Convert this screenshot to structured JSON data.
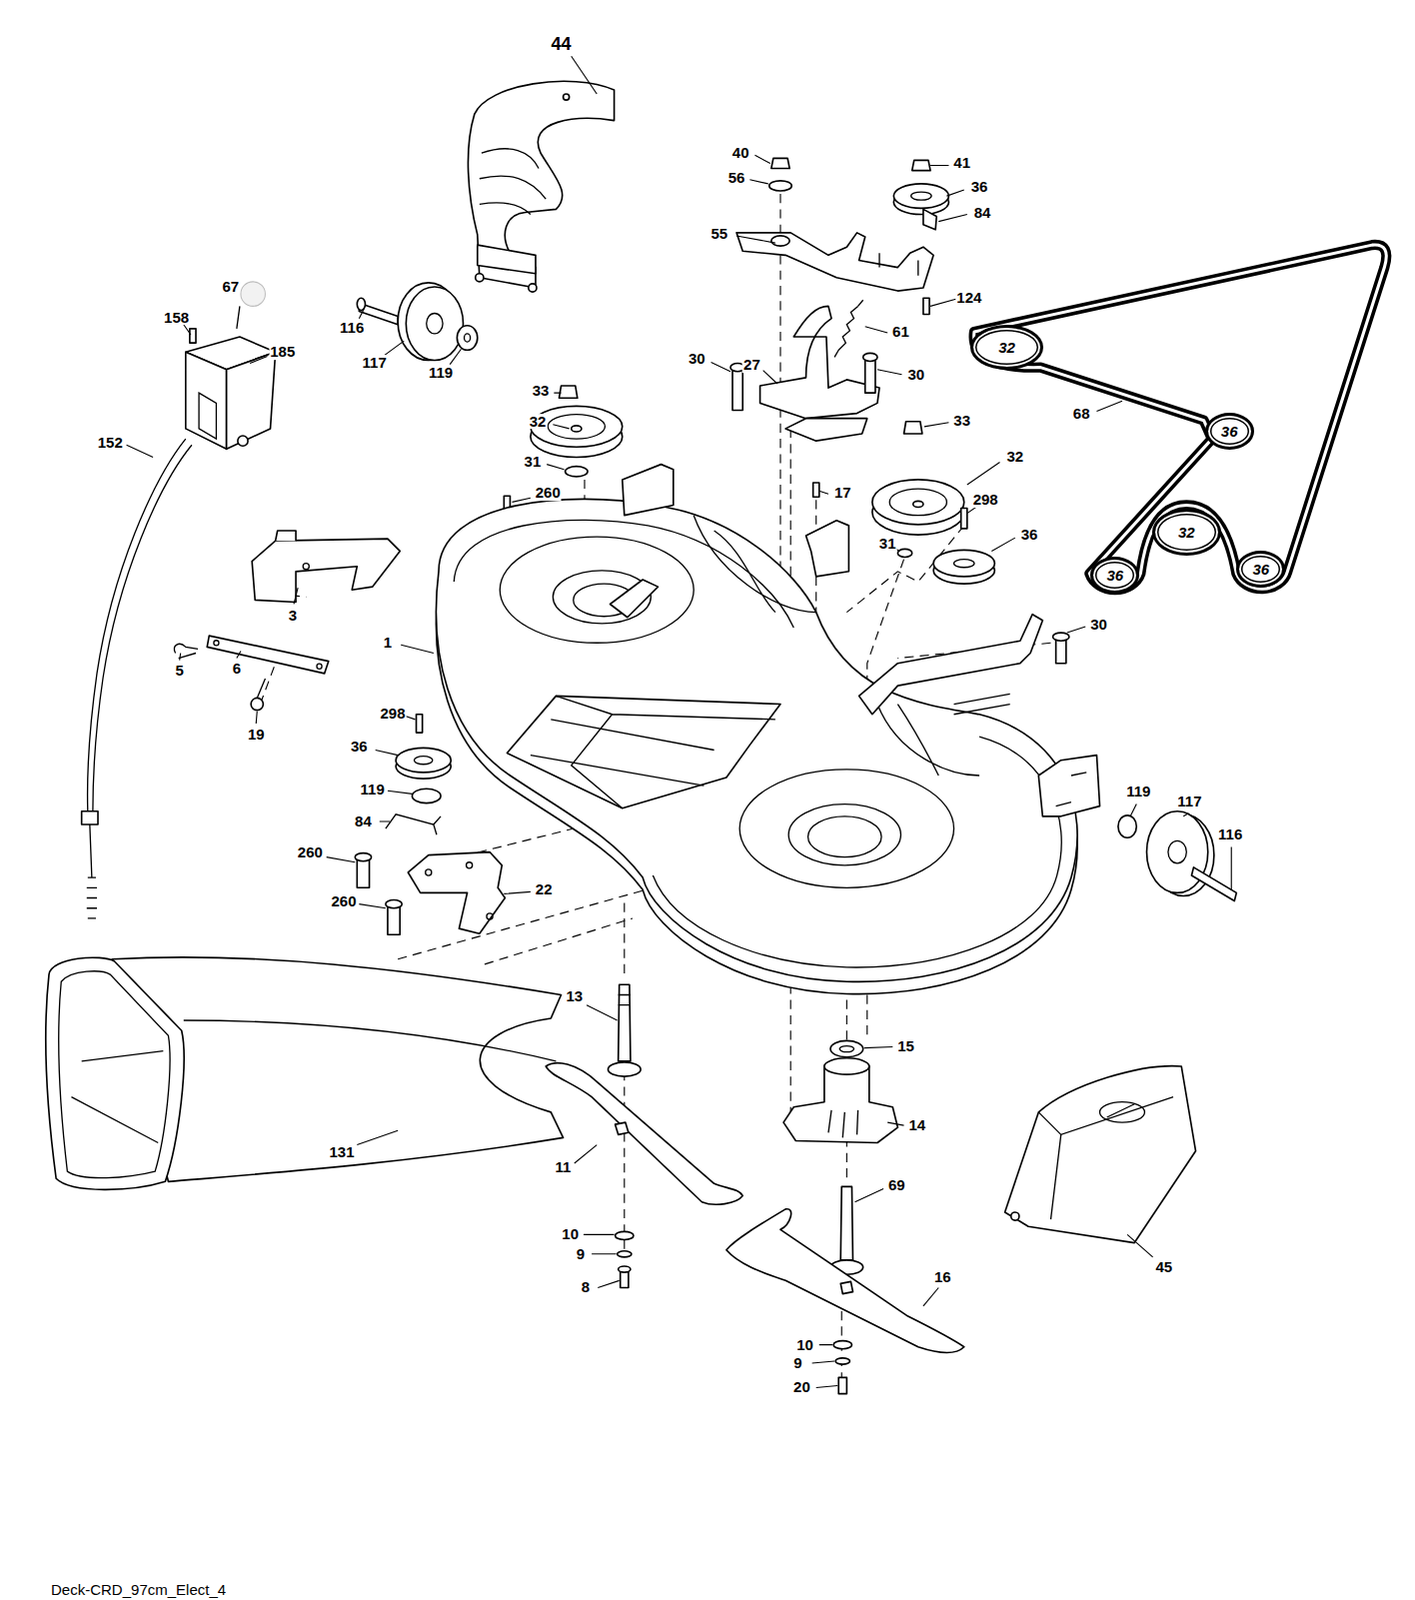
{
  "diagram": {
    "caption": "Deck-CRD_97cm_Elect_4",
    "nodes": [
      {
        "text": [
          "32"
        ]
      },
      {
        "text": [
          "36"
        ]
      },
      {
        "text": [
          "32"
        ]
      },
      {
        "text": [
          "36"
        ]
      },
      {
        "text": [
          "36"
        ]
      }
    ],
    "labels": [
      "44",
      "40",
      "41",
      "56",
      "36",
      "84",
      "55",
      "67",
      "124",
      "158",
      "116",
      "61",
      "185",
      "30",
      "117",
      "27",
      "119",
      "30",
      "33",
      "68",
      "33",
      "32",
      "152",
      "32",
      "31",
      "17",
      "260",
      "298",
      "36",
      "31",
      "3",
      "30",
      "1",
      "6",
      "5",
      "298",
      "19",
      "36",
      "119",
      "119",
      "117",
      "84",
      "116",
      "260",
      "22",
      "260",
      "13",
      "15",
      "14",
      "131",
      "11",
      "69",
      "10",
      "9",
      "45",
      "16",
      "8",
      "10",
      "9",
      "20"
    ]
  }
}
